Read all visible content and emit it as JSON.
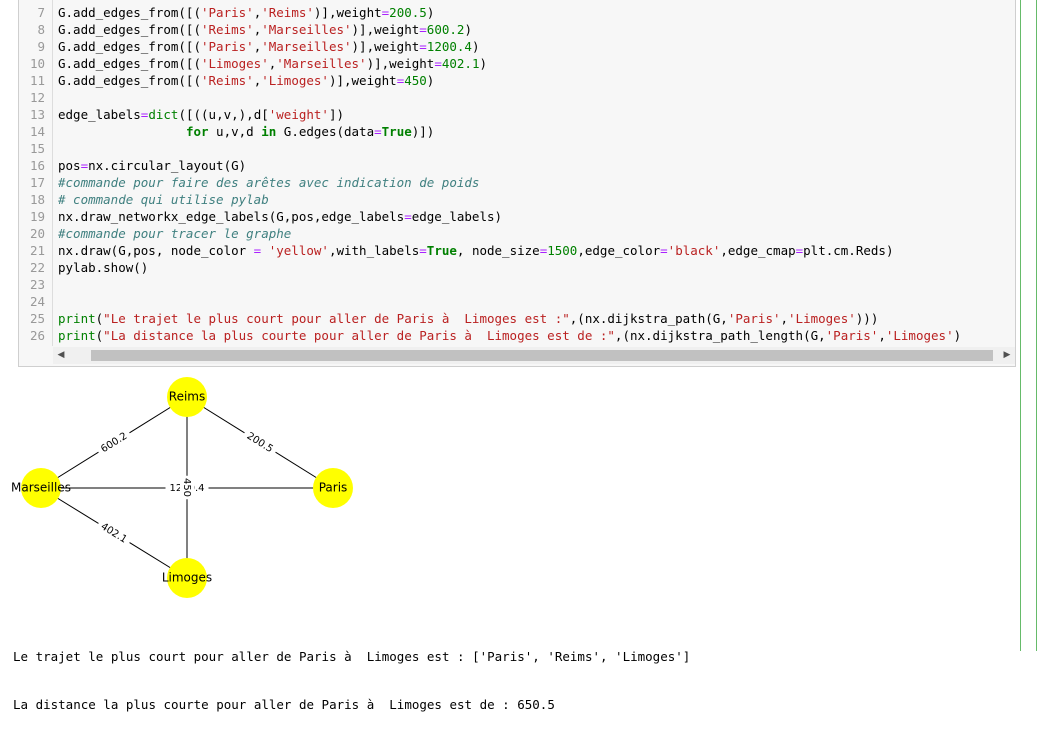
{
  "code": {
    "lines": [
      {
        "n": "7"
      },
      {
        "n": "8"
      },
      {
        "n": "9"
      },
      {
        "n": "10"
      },
      {
        "n": "11"
      },
      {
        "n": "12"
      },
      {
        "n": "13"
      },
      {
        "n": "14"
      },
      {
        "n": "15"
      },
      {
        "n": "16"
      },
      {
        "n": "17"
      },
      {
        "n": "18"
      },
      {
        "n": "19"
      },
      {
        "n": "20"
      },
      {
        "n": "21"
      },
      {
        "n": "22"
      },
      {
        "n": "23"
      },
      {
        "n": "24"
      },
      {
        "n": "25"
      },
      {
        "n": "26"
      }
    ],
    "l7": [
      "G.add_edges_from([(",
      "'Paris'",
      ",",
      "'Reims'",
      ")],weight",
      "=",
      "200.5",
      ")"
    ],
    "l8": [
      "G.add_edges_from([(",
      "'Reims'",
      ",",
      "'Marseilles'",
      ")],weight",
      "=",
      "600.2",
      ")"
    ],
    "l9": [
      "G.add_edges_from([(",
      "'Paris'",
      ",",
      "'Marseilles'",
      ")],weight",
      "=",
      "1200.4",
      ")"
    ],
    "l10": [
      "G.add_edges_from([(",
      "'Limoges'",
      ",",
      "'Marseilles'",
      ")],weight",
      "=",
      "402.1",
      ")"
    ],
    "l11": [
      "G.add_edges_from([(",
      "'Reims'",
      ",",
      "'Limoges'",
      ")],weight",
      "=",
      "450",
      ")"
    ],
    "l13": [
      "edge_labels",
      "=",
      "dict",
      "([((u,v,),d[",
      "'weight'",
      "])"
    ],
    "l14": [
      "                 ",
      "for",
      " u,v,d ",
      "in",
      " G.edges(data",
      "=",
      "True",
      ")])"
    ],
    "l16": [
      "pos",
      "=",
      "nx.circular_layout(G)"
    ],
    "l17": "#commande pour faire des arêtes avec indication de poids",
    "l18": "# commande qui utilise pylab",
    "l19": [
      "nx.draw_networkx_edge_labels(G,pos,edge_labels",
      "=",
      "edge_labels)"
    ],
    "l20": "#commande pour tracer le graphe",
    "l21": [
      "nx.draw(G,pos, node_color ",
      "=",
      " ",
      "'yellow'",
      ",with_labels",
      "=",
      "True",
      ", node_size",
      "=",
      "1500",
      ",edge_color",
      "=",
      "'black'",
      ",edge_cmap",
      "=",
      "plt.cm.Reds)"
    ],
    "l22": "pylab.show()",
    "l25": [
      "print",
      "(",
      "\"Le trajet le plus court pour aller de Paris à  Limoges est :\"",
      ",(nx.dijkstra_path(G,",
      "'Paris'",
      ",",
      "'Limoges'",
      ")))"
    ],
    "l26": [
      "print",
      "(",
      "\"La distance la plus courte pour aller de Paris à  Limoges est de :\"",
      ",(nx.dijkstra_path_length(G,",
      "'Paris'",
      ",",
      "'Limoges'",
      ")"
    ]
  },
  "scrollbar": {
    "left_arrow": "◀",
    "right_arrow": "▶"
  },
  "graph": {
    "nodes": [
      {
        "id": "Reims",
        "label": "Reims"
      },
      {
        "id": "Marseilles",
        "label": "Marseilles"
      },
      {
        "id": "Paris",
        "label": "Paris"
      },
      {
        "id": "Limoges",
        "label": "Limoges"
      }
    ],
    "edges": [
      {
        "from": "Paris",
        "to": "Reims",
        "label": "200.5"
      },
      {
        "from": "Reims",
        "to": "Marseilles",
        "label": "600.2"
      },
      {
        "from": "Paris",
        "to": "Marseilles",
        "label": "1200.4"
      },
      {
        "from": "Limoges",
        "to": "Marseilles",
        "label": "402.1"
      },
      {
        "from": "Reims",
        "to": "Limoges",
        "label": "450"
      }
    ],
    "node_color": "#ffff00",
    "edge_color": "#000000"
  },
  "output": {
    "line1": "Le trajet le plus court pour aller de Paris à  Limoges est : ['Paris', 'Reims', 'Limoges']",
    "line2": "La distance la plus courte pour aller de Paris à  Limoges est de : 650.5"
  }
}
